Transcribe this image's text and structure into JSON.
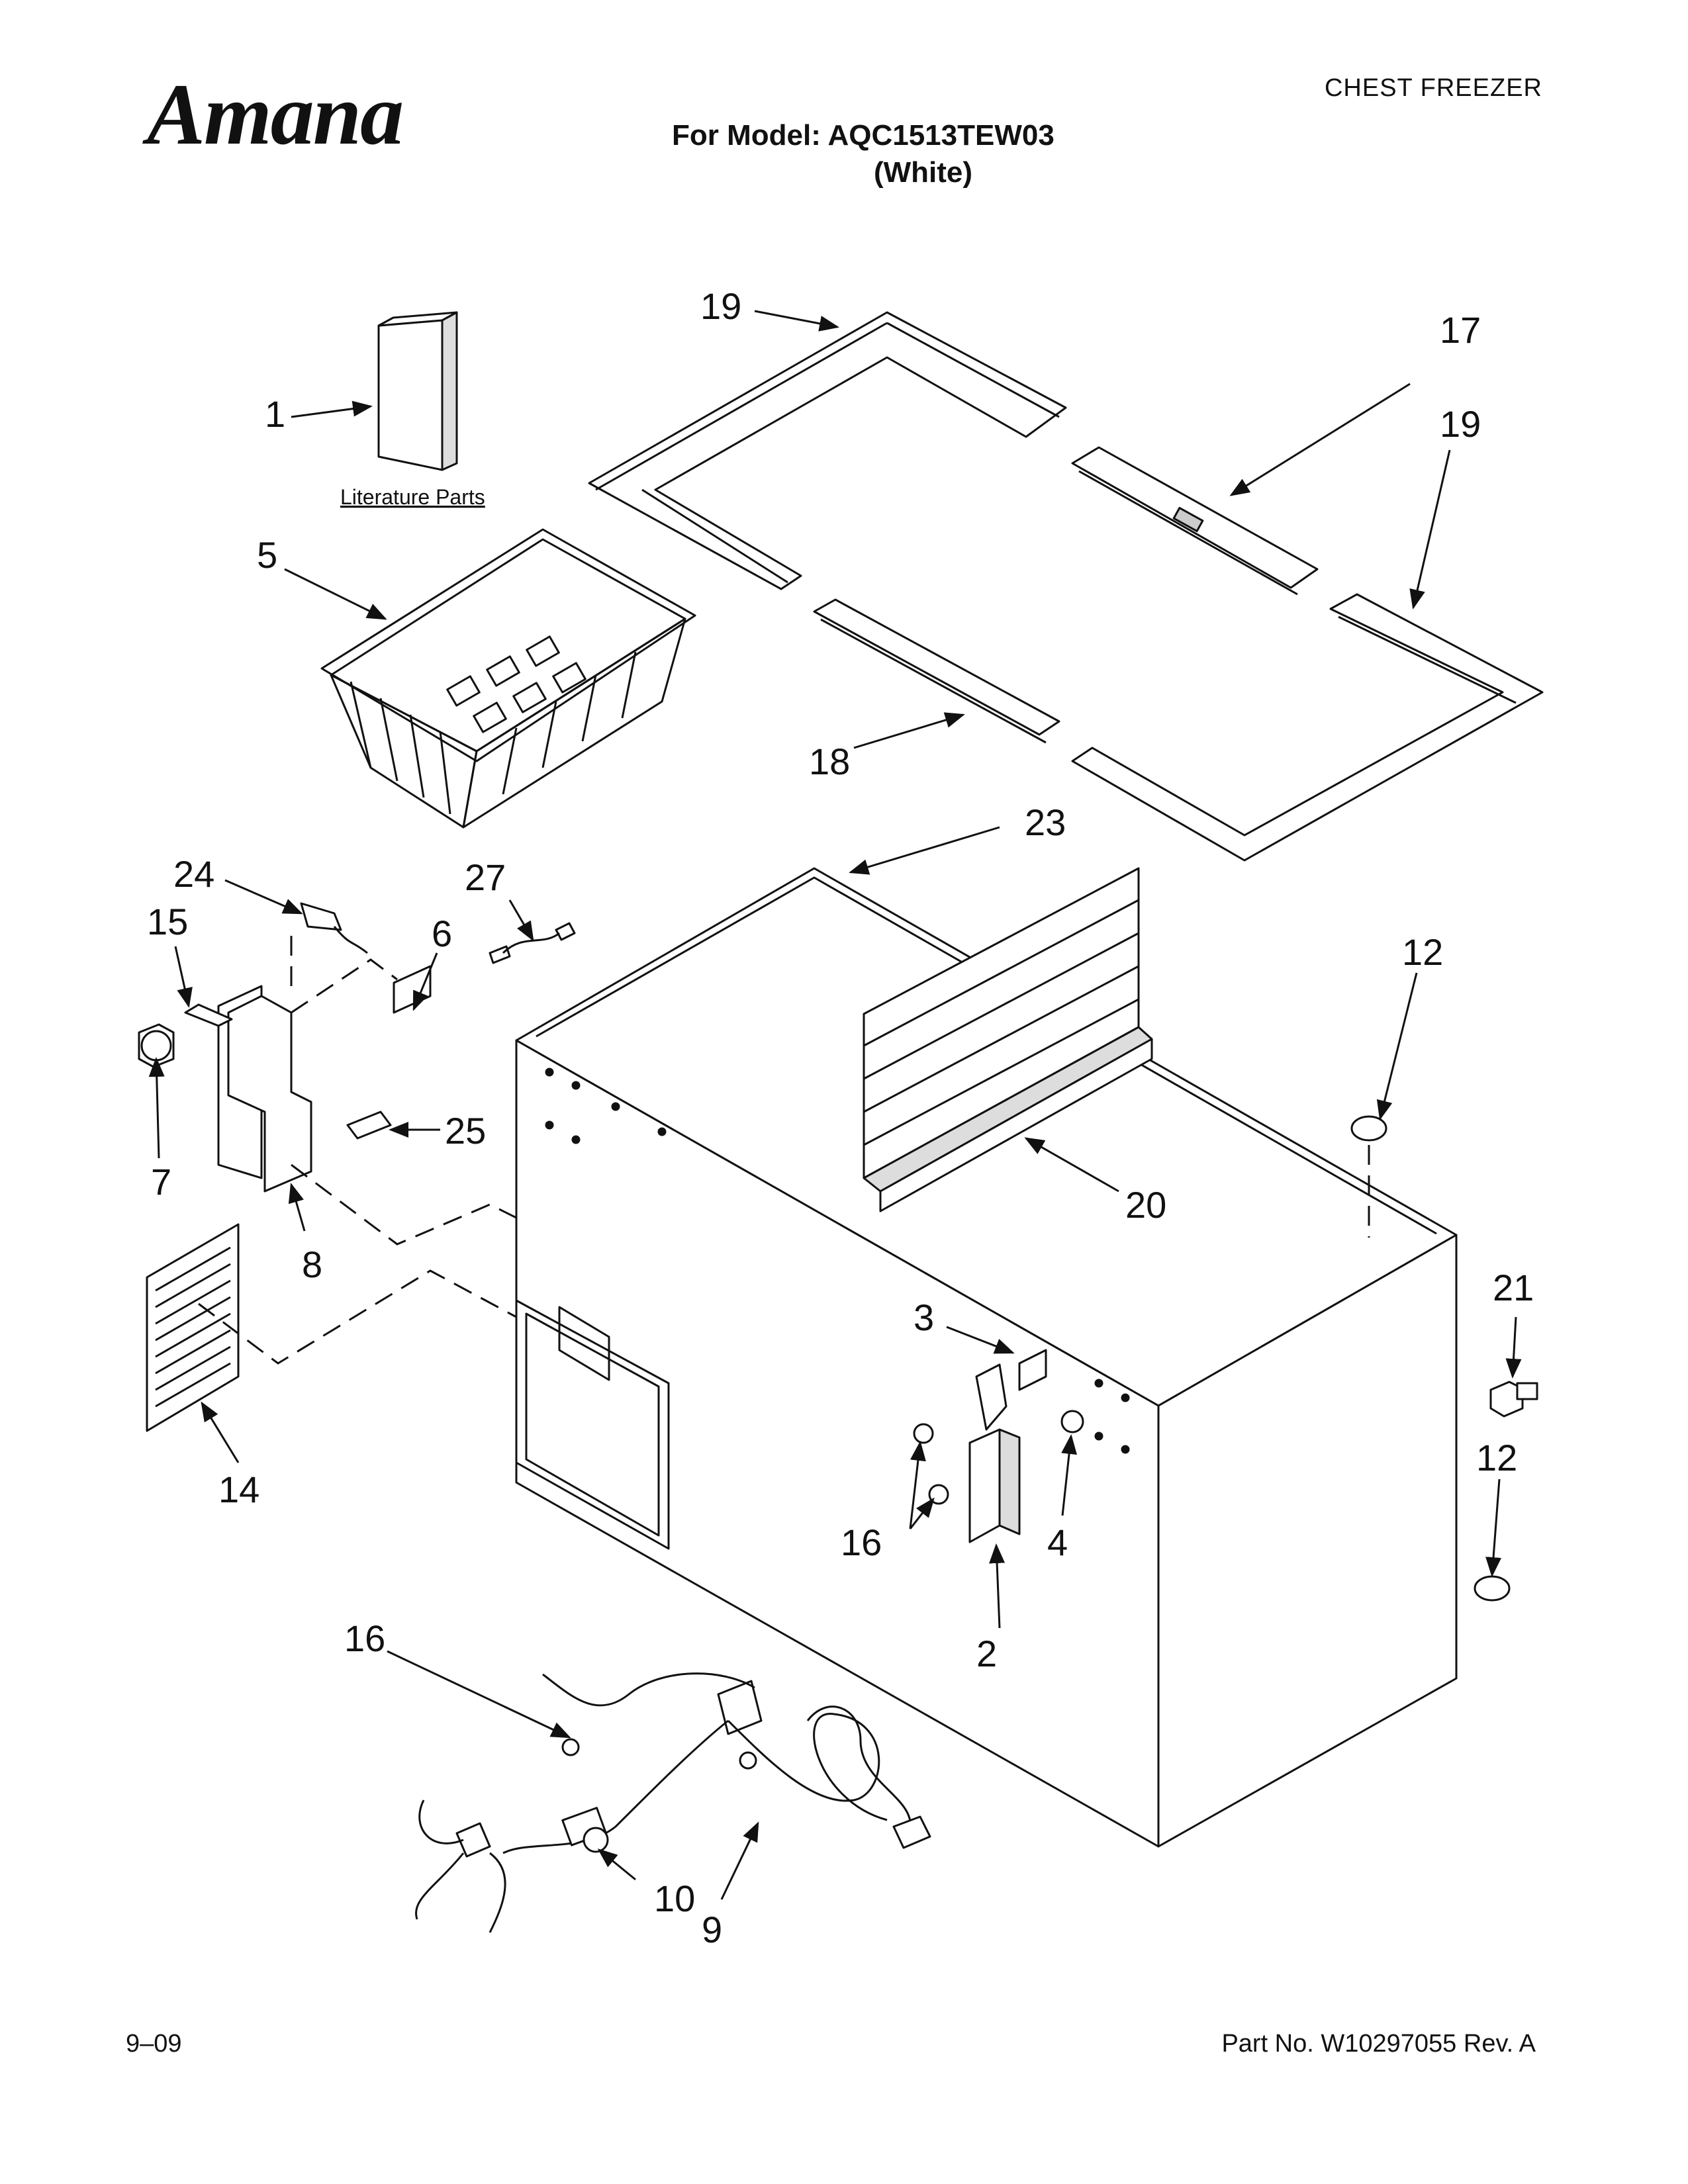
{
  "header": {
    "brand": "Amana",
    "doc_type": "CHEST FREEZER",
    "model_line": "For Model: AQC1513TEW03",
    "color_line": "(White)"
  },
  "diagram": {
    "literature_label": "Literature Parts",
    "callouts": [
      "1",
      "5",
      "19",
      "17",
      "19",
      "18",
      "23",
      "24",
      "15",
      "6",
      "27",
      "12",
      "7",
      "25",
      "8",
      "20",
      "21",
      "14",
      "3",
      "12",
      "16",
      "4",
      "2",
      "16",
      "10",
      "9"
    ]
  },
  "footer": {
    "date": "9–09",
    "part_number": "Part No. W10297055 Rev. A"
  }
}
